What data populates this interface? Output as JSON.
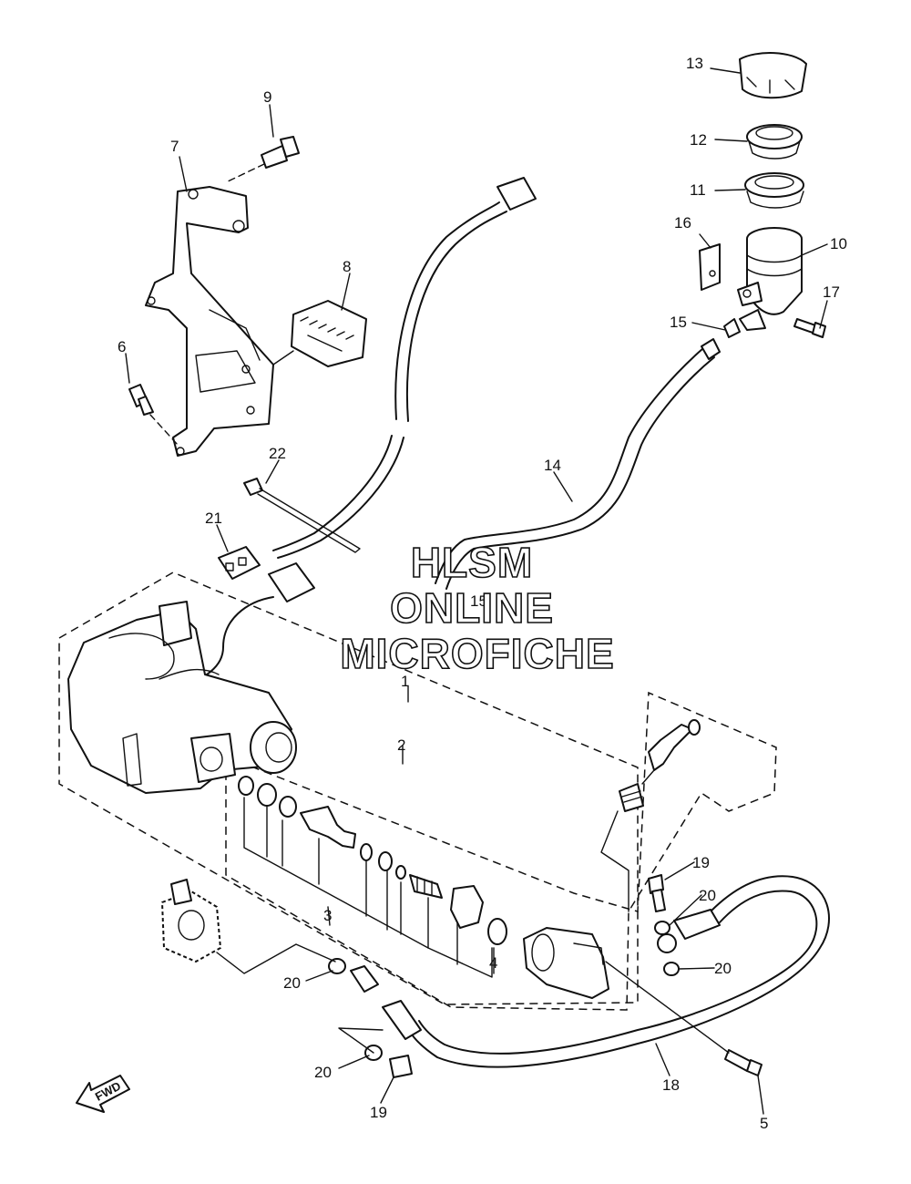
{
  "diagram": {
    "callouts": [
      "1",
      "2",
      "3",
      "4",
      "5",
      "6",
      "7",
      "8",
      "9",
      "10",
      "11",
      "12",
      "13",
      "14",
      "15",
      "15",
      "16",
      "17",
      "18",
      "19",
      "19",
      "20",
      "20",
      "20",
      "20",
      "21",
      "22"
    ],
    "watermark": [
      "HLSM",
      "ONLINE",
      "MICROFICHE"
    ],
    "direction_label": "FWD"
  }
}
